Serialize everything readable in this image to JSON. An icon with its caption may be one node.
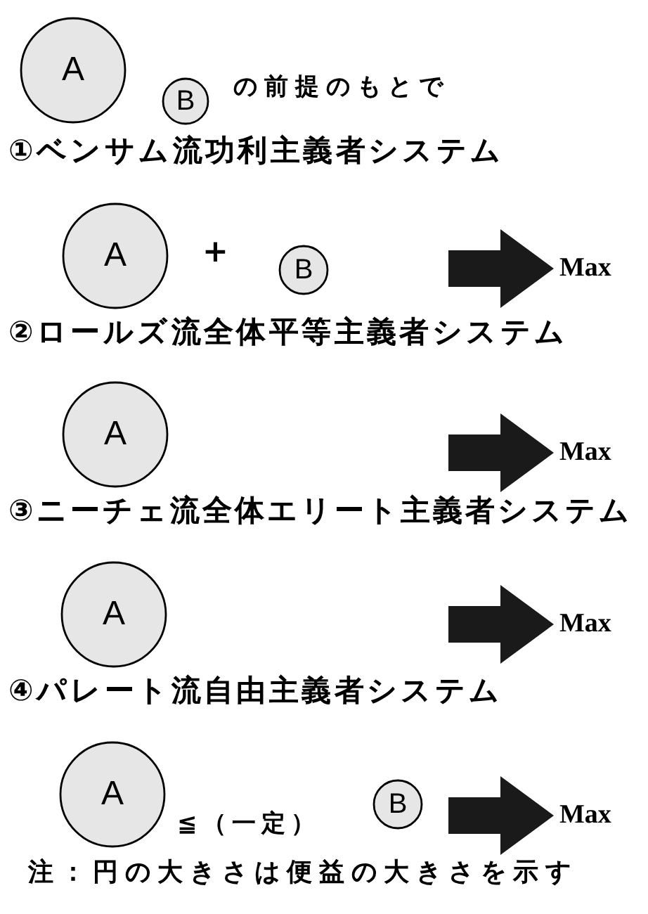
{
  "diagram": {
    "nodes": [
      {
        "text": [
          "A"
        ]
      },
      {
        "text": [
          "B"
        ]
      },
      {
        "text": [
          "A"
        ]
      },
      {
        "text": [
          "B"
        ]
      },
      {
        "text": [
          "Max"
        ]
      },
      {
        "text": [
          "A"
        ]
      },
      {
        "text": [
          "Max"
        ]
      },
      {
        "text": [
          "A"
        ]
      },
      {
        "text": [
          "Max"
        ]
      },
      {
        "text": [
          "A"
        ]
      },
      {
        "text": [
          "B"
        ]
      },
      {
        "text": [
          "Max"
        ]
      }
    ],
    "edges": [
      {
        "from": null,
        "to": 4,
        "arrow": "to"
      },
      {
        "from": null,
        "to": 6,
        "arrow": "to"
      },
      {
        "from": null,
        "to": 8,
        "arrow": "to"
      },
      {
        "from": null,
        "to": 11,
        "arrow": "to"
      }
    ],
    "labels": [
      "の前提のもとで",
      "①ベンサム流功利主義者システム",
      "+",
      "②ロールズ流全体平等主義者システム",
      "③ニーチェ流全体エリート主義者システム",
      "④パレート流自由主義者システム",
      "≦（一定）",
      "注：円の大きさは便益の大きさを示す"
    ]
  }
}
